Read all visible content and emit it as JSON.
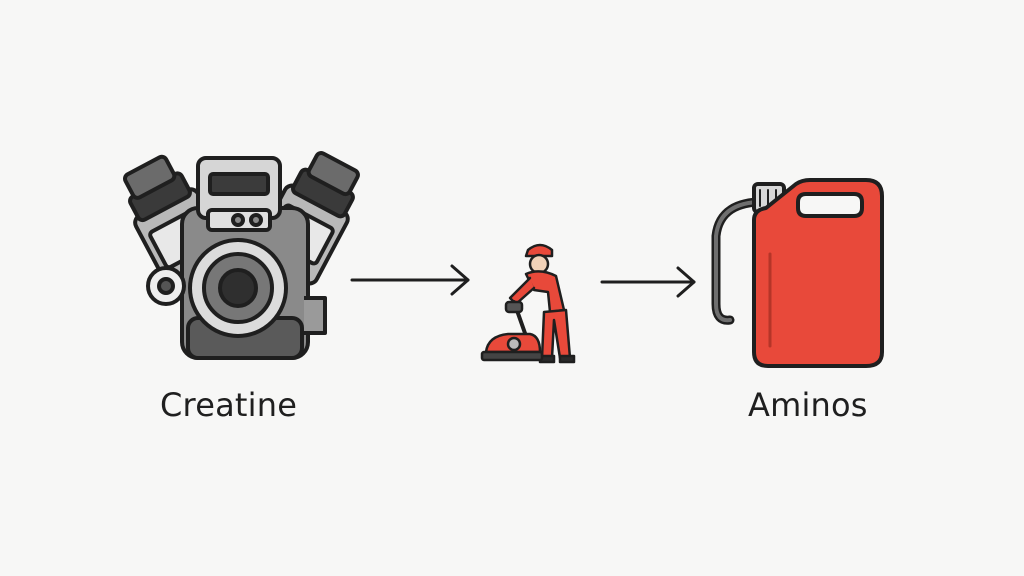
{
  "diagram": {
    "nodes": [
      {
        "id": "engine",
        "label": "Creatine",
        "icon": "engine-icon"
      },
      {
        "id": "worker",
        "label": "",
        "icon": "worker-with-floor-machine-icon"
      },
      {
        "id": "canister",
        "label": "Aminos",
        "icon": "fuel-canister-icon"
      }
    ],
    "edges": [
      {
        "from": "engine",
        "to": "worker"
      },
      {
        "from": "worker",
        "to": "canister"
      }
    ]
  },
  "colors": {
    "stroke": "#1f1f1f",
    "metal_dark": "#5a5a5a",
    "metal_light": "#c9c9c9",
    "red": "#e8493a"
  }
}
